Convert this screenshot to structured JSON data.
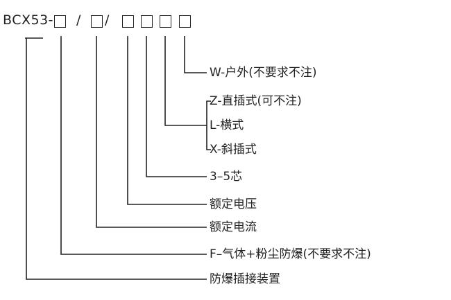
{
  "model_code": {
    "prefix": "BCX53-",
    "separator_1": "/",
    "separator_2": "/"
  },
  "labels": {
    "outdoor": "W-户外(不要求不注)",
    "straight_plug": "Z-直插式(可不注)",
    "horizontal": "L-横式",
    "oblique_plug": "X-斜插式",
    "cores": "3–5芯",
    "rated_voltage": "额定电压",
    "rated_current": "额定电流",
    "gas_dust_explosion_proof": "F–气体+粉尘防爆(不要求不注)",
    "explosion_proof_plug_device": "防爆插接装置"
  },
  "colors": {
    "line": "#222222",
    "text": "#222222"
  }
}
